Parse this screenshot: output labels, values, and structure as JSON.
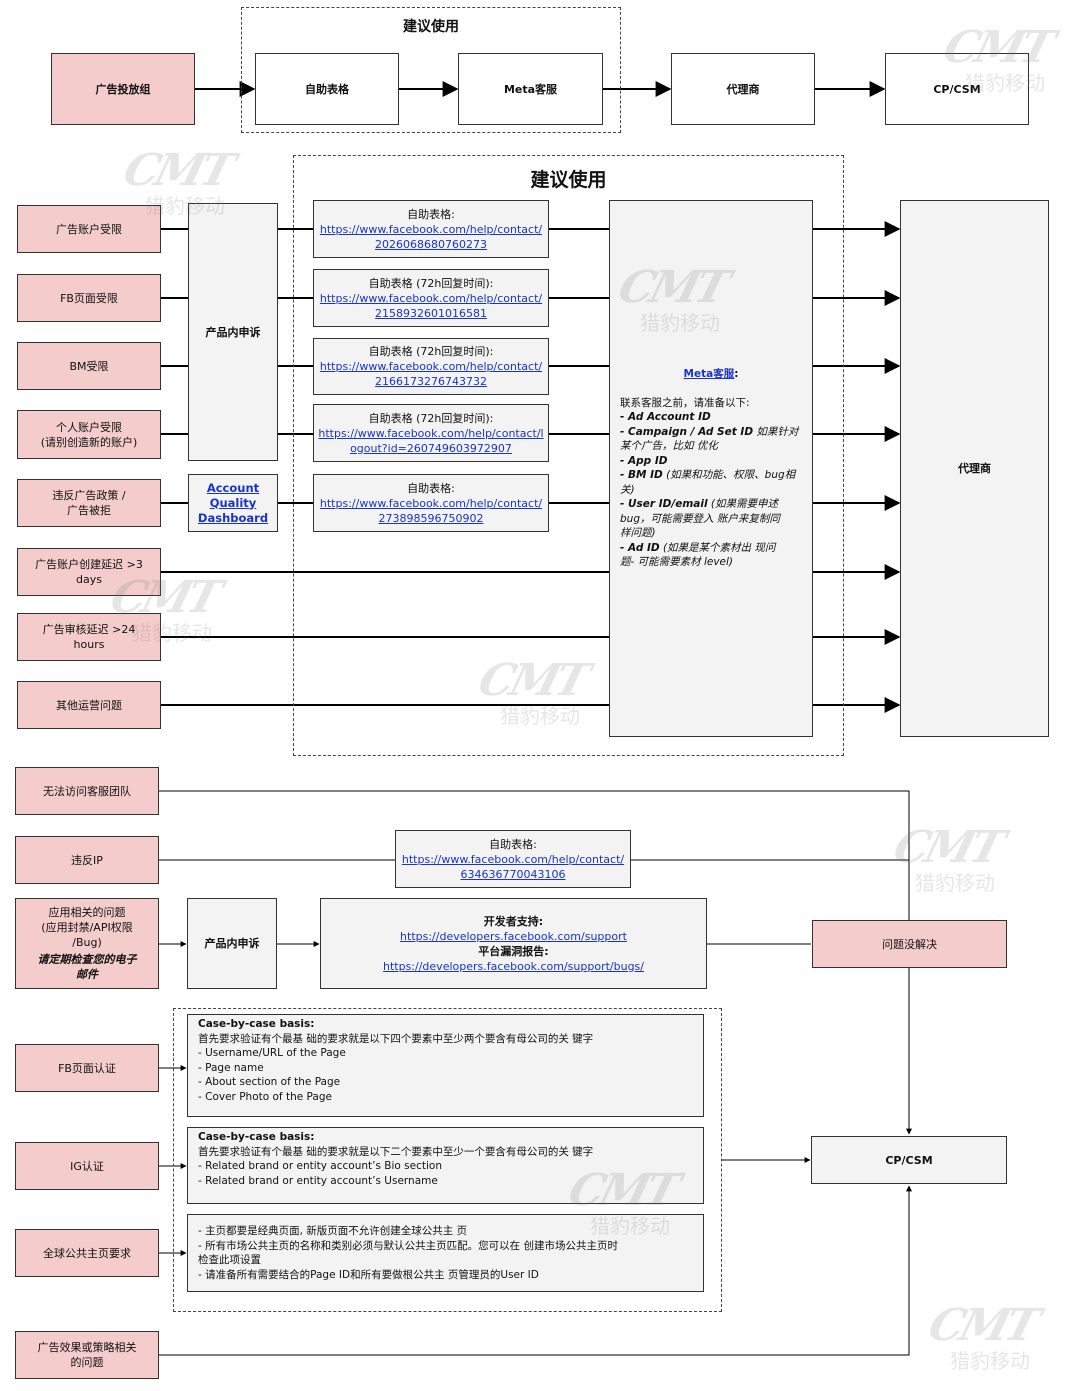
{
  "top_flow": {
    "title": "建议使用",
    "ad_team": "广告投放组",
    "self_form": "自助表格",
    "meta_support": "Meta客服",
    "agency": "代理商",
    "cp_csm": "CP/CSM"
  },
  "middle": {
    "title": "建议使用",
    "issues": [
      "广告账户受限",
      "FB页面受限",
      "BM受限",
      "个人账户受限\n(请别创造新的账户)",
      "违反广告政策 /\n广告被拒",
      "广告账户创建延迟 >3\ndays",
      "广告审核延迟 >24\nhours",
      "其他运营问题"
    ],
    "in_product_appeal": "产品内申诉",
    "account_quality": "Account\nQuality\nDashboard",
    "forms": [
      {
        "label": "自助表格:",
        "url": "https://www.facebook.com/help/contact/\n2026068680760273"
      },
      {
        "label": "自助表格 (72h回复时间):",
        "url": "https://www.facebook.com/help/contact/\n2158932601016581"
      },
      {
        "label": "自助表格 (72h回复时间):",
        "url": "https://www.facebook.com/help/contact/\n2166173276743732"
      },
      {
        "label": "自助表格 (72h回复时间):",
        "url": "https://www.facebook.com/help/contact/l\nogout?id=260749603972907"
      },
      {
        "label": "自助表格:",
        "url": "https://www.facebook.com/help/contact/\n273898596750902"
      }
    ],
    "meta_title": "Meta客服",
    "meta_colon": ":",
    "meta_intro": "联系客服之前，请准备以下:",
    "meta_items": [
      {
        "k": "- Ad Account ID",
        "v": ""
      },
      {
        "k": "- Campaign / Ad Set ID",
        "v": " 如果针对\n某个广告，比如 优化"
      },
      {
        "k": "- App ID",
        "v": ""
      },
      {
        "k": "- BM ID",
        "v": " (如果和功能、权限、bug相\n关)"
      },
      {
        "k": "- User ID/email",
        "v": " (如果需要申述\nbug，可能需要登入 账户来复制同\n样问题)"
      },
      {
        "k": "- Ad ID",
        "v": " (如果是某个素材出 现问\n题- 可能需要素材 level)"
      }
    ],
    "agency": "代理商"
  },
  "lower": {
    "cannot_access": "无法访问客服团队",
    "violate_ip": "违反IP",
    "ip_form_label": "自助表格:",
    "ip_form_url": "https://www.facebook.com/help/contact/\n634636770043106",
    "app_issue": "应用相关的问题\n(应用封禁/API权限\n/Bug)",
    "app_issue_note": "请定期检查您的电子\n邮件",
    "in_product_appeal": "产品内申诉",
    "dev_support_title": "开发者支持:",
    "dev_support_url": "https://developers.facebook.com/support",
    "bug_report_title": "平台漏洞报告:",
    "bug_report_url": "https://developers.facebook.com/support/bugs/",
    "unresolved": "问题没解决",
    "fb_page_verify": "FB页面认证",
    "ig_verify": "IG认证",
    "global_page": "全球公共主页要求",
    "ads_strategy": "广告效果或策略相关\n的问题",
    "cp_csm": "CP/CSM",
    "case1_title": "Case-by-case basis:",
    "case1_lines": [
      "首先要求验证有个最基 础的要求就是以下四个要素中至少两个要含有母公司的关   键字",
      "- Username/URL of the Page",
      "- Page name",
      "- About section of the Page",
      "- Cover Photo of the Page"
    ],
    "case2_title": "Case-by-case basis:",
    "case2_lines": [
      "首先要求验证有个最基 础的要求就是以下二个要素中至少一个要含有母公司的关   键字",
      "- Related brand or entity account’s Bio section",
      "- Related brand or entity account’s Username"
    ],
    "case3_lines": [
      "- 主页都要是经典页面, 新版页面不允许创建全球公共主 页",
      "- 所有市场公共主页的名称和类别必须与默认公共主页匹配。您可以在 创建市场公共主页时",
      "检查此项设置",
      "- 请准备所有需要结合的Page ID和所有要做根公共主 页管理员的User ID"
    ]
  },
  "watermark": {
    "logo": "CMT",
    "text": "猎豹移动"
  }
}
